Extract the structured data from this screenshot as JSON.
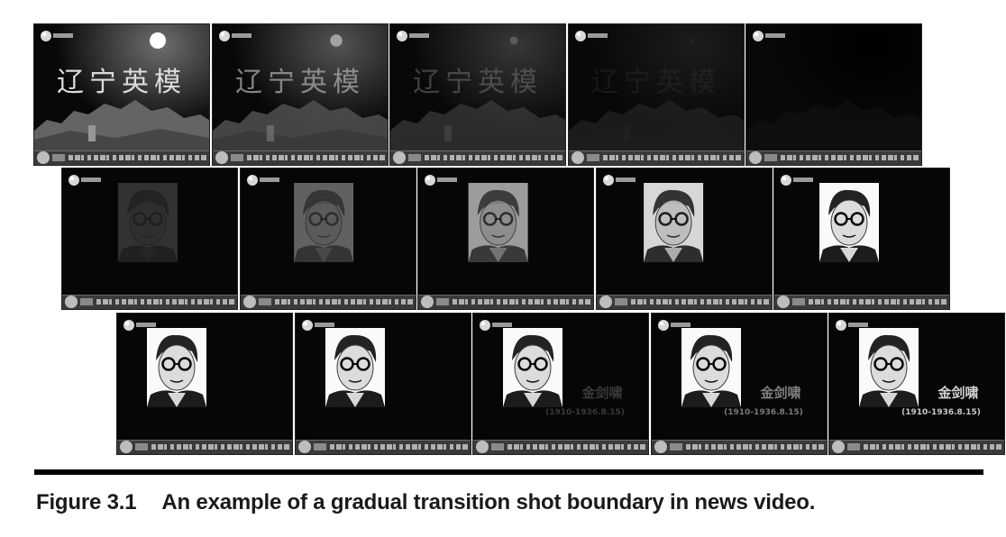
{
  "figure": {
    "label": "Figure 3.1",
    "caption": "An example of a gradual transition shot boundary in news video.",
    "rows": [
      {
        "frames": [
          {
            "scene": "title",
            "title_text": "辽宁英模",
            "fade": 1.0
          },
          {
            "scene": "title",
            "title_text": "辽宁英模",
            "fade": 0.75
          },
          {
            "scene": "title",
            "title_text": "辽宁英模",
            "fade": 0.5
          },
          {
            "scene": "title",
            "title_text": "辽宁英模",
            "fade": 0.25
          },
          {
            "scene": "title",
            "title_text": "辽宁英模",
            "fade": 0.0
          }
        ]
      },
      {
        "frames": [
          {
            "scene": "portrait",
            "portrait_level": 0.15
          },
          {
            "scene": "portrait",
            "portrait_level": 0.35
          },
          {
            "scene": "portrait",
            "portrait_level": 0.6
          },
          {
            "scene": "portrait",
            "portrait_level": 0.85
          },
          {
            "scene": "portrait",
            "portrait_level": 1.0
          }
        ]
      },
      {
        "frames": [
          {
            "scene": "portrait-name",
            "portrait_level": 1.0,
            "name_text": "",
            "dates_text": "",
            "name_level": 0.0
          },
          {
            "scene": "portrait-name",
            "portrait_level": 1.0,
            "name_text": "",
            "dates_text": "",
            "name_level": 0.0
          },
          {
            "scene": "portrait-name",
            "portrait_level": 1.0,
            "name_text": "金剑啸",
            "dates_text": "(1910-1936.8.15)",
            "name_level": 0.35
          },
          {
            "scene": "portrait-name",
            "portrait_level": 1.0,
            "name_text": "金剑啸",
            "dates_text": "(1910-1936.8.15)",
            "name_level": 0.7
          },
          {
            "scene": "portrait-name",
            "portrait_level": 1.0,
            "name_text": "金剑啸",
            "dates_text": "(1910-1936.8.15)",
            "name_level": 1.0
          }
        ]
      }
    ]
  }
}
